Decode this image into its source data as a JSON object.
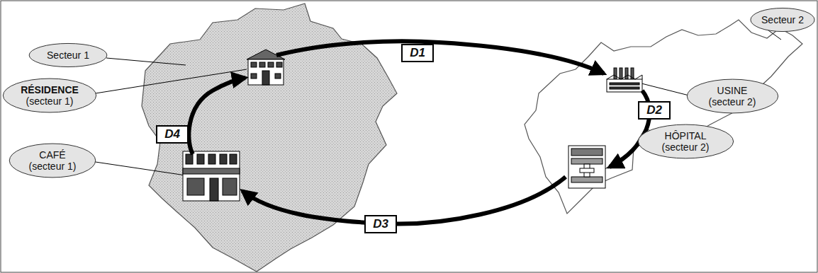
{
  "diagram": {
    "nodes": [
      {
        "text": [
          "Secteur 1"
        ]
      },
      {
        "text": [
          "RÉSIDENCE (secteur 1)"
        ]
      },
      {
        "text": [
          "CAFÉ (secteur 1)"
        ]
      },
      {
        "text": [
          "D1"
        ]
      },
      {
        "text": [
          "D4"
        ]
      },
      {
        "text": [
          "D2"
        ]
      },
      {
        "text": [
          "D3"
        ]
      },
      {
        "text": [
          "Secteur 2"
        ]
      },
      {
        "text": [
          "USINE (secteur 2)"
        ]
      },
      {
        "text": [
          "HÔPITAL (secteur 2)"
        ]
      }
    ]
  }
}
